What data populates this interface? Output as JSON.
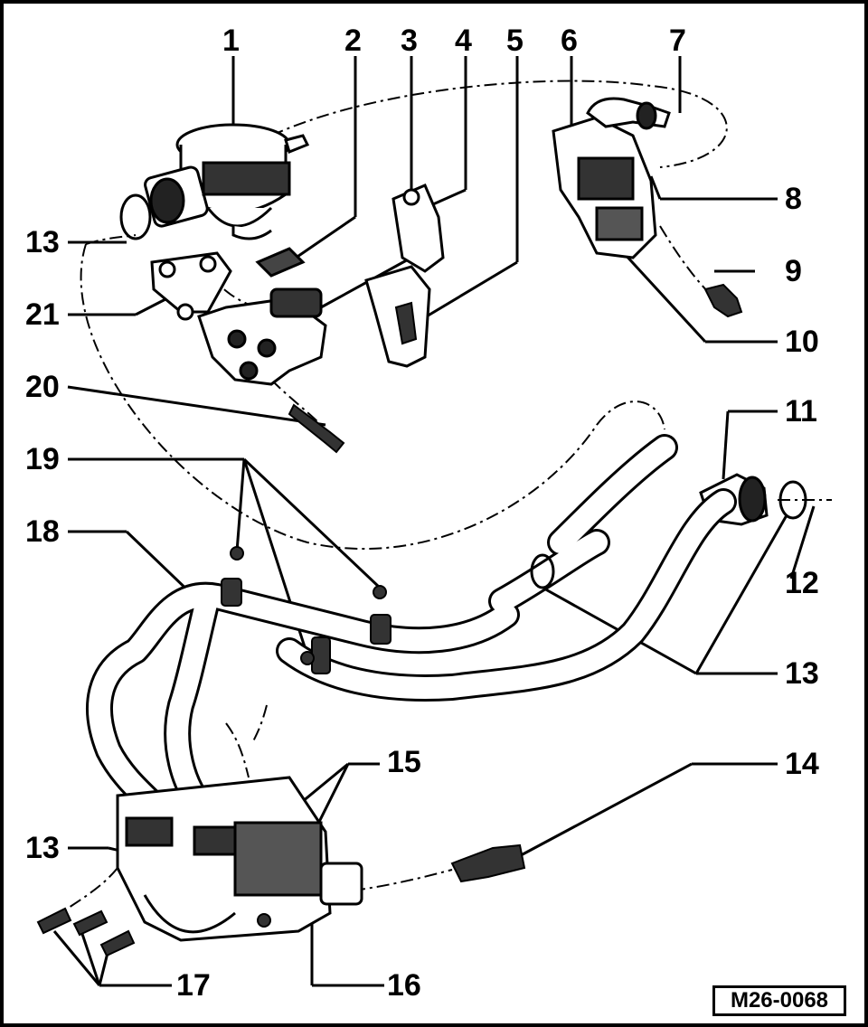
{
  "diagram": {
    "reference_code": "M26-0068",
    "callouts": {
      "c1": "1",
      "c2": "2",
      "c3": "3",
      "c4": "4",
      "c5": "5",
      "c6": "6",
      "c7": "7",
      "c8": "8",
      "c9": "9",
      "c10": "10",
      "c11": "11",
      "c12": "12",
      "c13a": "13",
      "c13b": "13",
      "c13c": "13",
      "c14": "14",
      "c15": "15",
      "c16": "16",
      "c17": "17",
      "c18": "18",
      "c19": "19",
      "c20": "20",
      "c21": "21"
    },
    "line_color": "#000000",
    "background_color": "#ffffff"
  }
}
